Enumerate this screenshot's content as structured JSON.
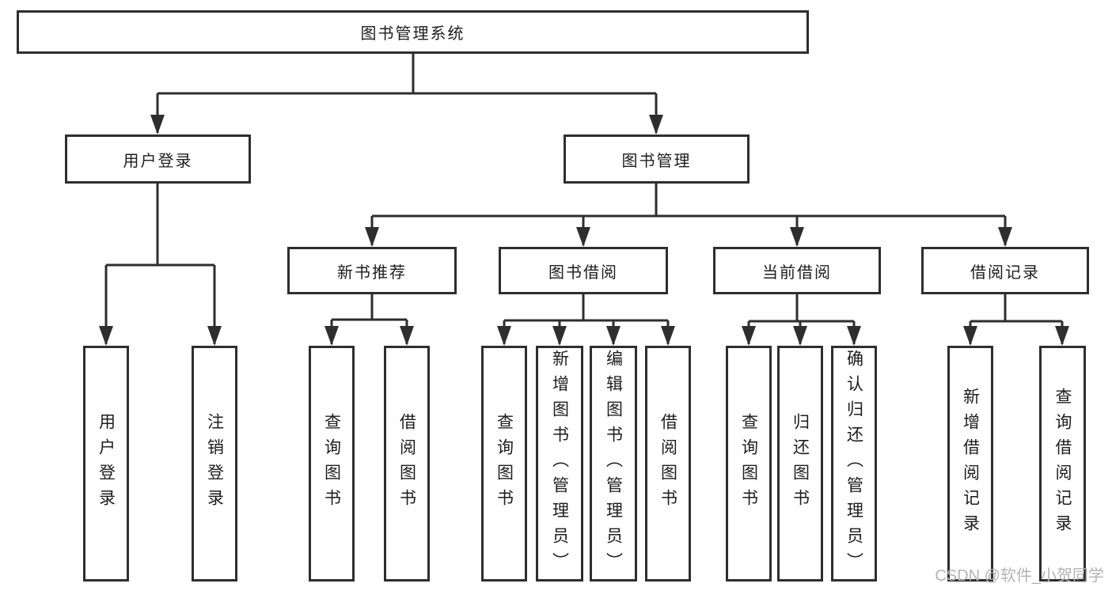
{
  "diagram": {
    "root": {
      "label": "图书管理系统"
    },
    "branches": [
      {
        "label": "用户登录",
        "children": [
          {
            "label": "用户登录"
          },
          {
            "label": "注销登录"
          }
        ]
      },
      {
        "label": "图书管理",
        "children": [
          {
            "label": "新书推荐",
            "children": [
              {
                "label": "查询图书"
              },
              {
                "label": "借阅图书"
              }
            ]
          },
          {
            "label": "图书借阅",
            "children": [
              {
                "label": "查询图书"
              },
              {
                "label": "新增图书（管理员）"
              },
              {
                "label": "编辑图书（管理员）"
              },
              {
                "label": "借阅图书"
              }
            ]
          },
          {
            "label": "当前借阅",
            "children": [
              {
                "label": "查询图书"
              },
              {
                "label": "归还图书"
              },
              {
                "label": "确认归还（管理员）"
              }
            ]
          },
          {
            "label": "借阅记录",
            "children": [
              {
                "label": "新增借阅记录"
              },
              {
                "label": "查询借阅记录"
              }
            ]
          }
        ]
      }
    ]
  },
  "watermark": {
    "text": "CSDN @软件_小贺同学"
  },
  "colors": {
    "line": "#2e2e2e",
    "text": "#1d1d1f",
    "watermark": "#b3b3b3",
    "background": "#ffffff"
  }
}
